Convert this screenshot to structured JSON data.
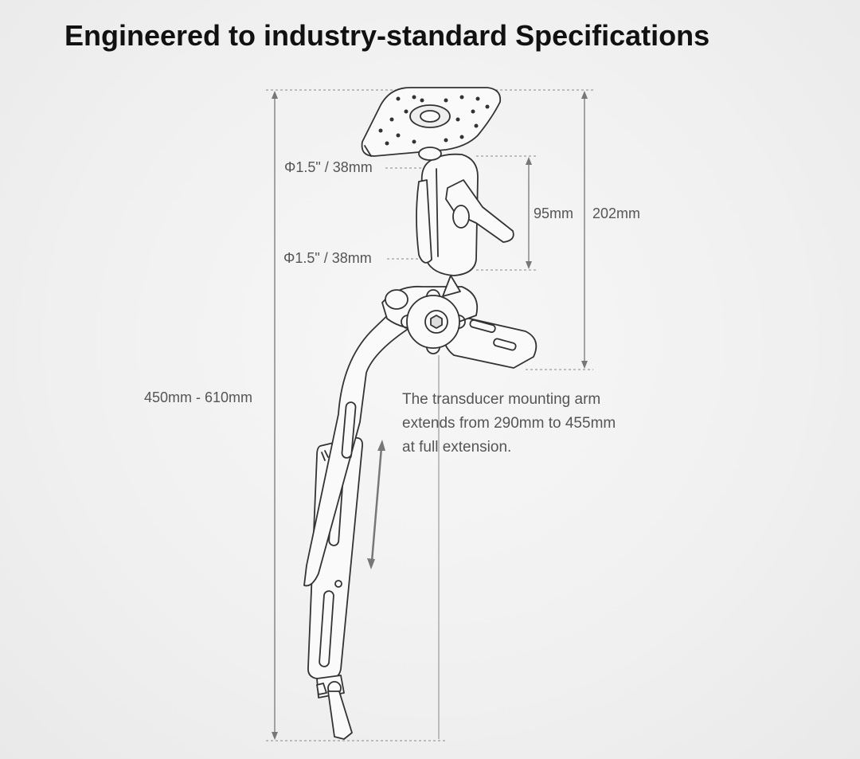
{
  "title": "Engineered to industry-standard Specifications",
  "dimensions": {
    "ball_top": "Φ1.5\" / 38mm",
    "ball_bottom": "Φ1.5\" / 38mm",
    "arm_height": "95mm",
    "mount_height": "202mm",
    "total_height": "450mm - 610mm"
  },
  "description": [
    "The transducer mounting arm",
    "extends from 290mm to 455mm",
    "at full extension."
  ],
  "colors": {
    "background": "#f0f0f0",
    "dimension_line": "#777777",
    "outline": "#333333",
    "part_fill": "#fafafa"
  }
}
